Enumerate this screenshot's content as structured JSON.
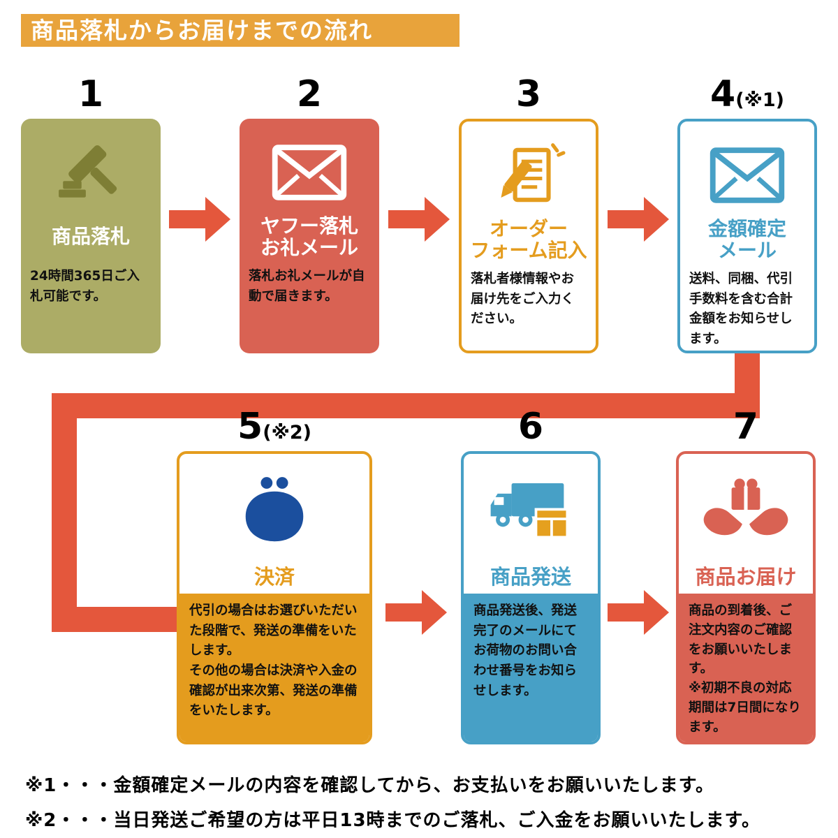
{
  "banner": {
    "title": "商品落札からお届けまでの流れ"
  },
  "steps": [
    {
      "number": "1",
      "number_note": "",
      "title": "商品落札",
      "body": "24時間365日ご入札可能です。",
      "icon": "gavel",
      "color": "#ACAC66"
    },
    {
      "number": "2",
      "number_note": "",
      "title": "ヤフー落札\nお礼メール",
      "body": "落札お礼メールが自動で届きます。",
      "icon": "mail",
      "color": "#D96253"
    },
    {
      "number": "3",
      "number_note": "",
      "title": "オーダー\nフォーム記入",
      "body": "落札者様情報やお届け先をご入力ください。",
      "icon": "order-form",
      "color": "#E49C1E"
    },
    {
      "number": "4",
      "number_note": "(※1)",
      "title": "金額確定\nメール",
      "body": "送料、同梱、代引手数料を含む合計金額をお知らせします。",
      "icon": "mail",
      "color": "#47A0C6"
    },
    {
      "number": "5",
      "number_note": "(※2)",
      "title": "決済",
      "body": "代引の場合はお選びいただいた段階で、発送の準備をいたします。\nその他の場合は決済や入金の確認が出来次第、発送の準備をいたします。",
      "icon": "coin-purse",
      "color": "#E49C1E"
    },
    {
      "number": "6",
      "number_note": "",
      "title": "商品発送",
      "body": "商品発送後、発送完了のメールにてお荷物のお問い合わせ番号をお知らせします。",
      "icon": "truck-and-box",
      "color": "#47A0C6"
    },
    {
      "number": "7",
      "number_note": "",
      "title": "商品お届け",
      "body": "商品の到着後、ご注文内容のご確認をお願いいたします。\n※初期不良の対応期間は7日間になります。",
      "icon": "hands-holding-package",
      "color": "#D96253"
    }
  ],
  "notes": [
    {
      "text": "※1・・・金額確定メールの内容を確認してから、お支払いをお願いいたします。"
    },
    {
      "text": "※2・・・当日発送ご希望の方は平日13時までのご落札、ご入金をお願いいたします。"
    }
  ],
  "colors": {
    "banner_orange": "#E8A33B",
    "arrow_red": "#E4573C",
    "olive": "#ACAC66",
    "coral_red": "#D96253",
    "orange": "#E49C1E",
    "blue": "#47A0C6",
    "purse_navy": "#1B4F9E",
    "body_text": "#111111"
  }
}
